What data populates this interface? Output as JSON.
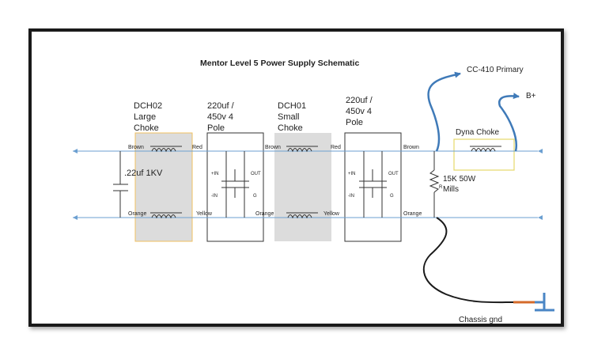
{
  "title": "Mentor Level 5 Power Supply Schematic",
  "components": {
    "dch02": {
      "name": "DCH02",
      "line2": "Large",
      "line3": "Choke",
      "wire_top_in": "Brown",
      "wire_top_out": "Red",
      "wire_bottom_in": "Orange",
      "wire_bottom_out": "Yellow"
    },
    "cap1": {
      "line1": "220uf /",
      "line2": "450v 4",
      "line3": "Pole",
      "pin_plus_in": "+IN",
      "pin_minus_in": "-IN",
      "pin_out": "OUT",
      "pin_g": "G"
    },
    "dch01": {
      "name": "DCH01",
      "line2": "Small",
      "line3": "Choke",
      "wire_top_in": "Brown",
      "wire_top_out": "Red",
      "wire_bottom_in": "Orange",
      "wire_bottom_out": "Yellow"
    },
    "cap2": {
      "line1": "220uf /",
      "line2": "450v 4",
      "line3": "Pole",
      "pin_plus_in": "+IN",
      "pin_minus_in": "-IN",
      "pin_out": "OUT",
      "pin_g": "G"
    },
    "input_cap": {
      "label": ".22uf 1KV"
    },
    "resistor": {
      "line1": "15K 50W",
      "line2": "Mills",
      "ref": "R",
      "wire_top": "Brown",
      "wire_bottom": "Orange"
    },
    "dyna_choke": {
      "label": "Dyna Choke"
    },
    "cc410": {
      "label": "CC-410 Primary"
    },
    "bplus": {
      "label": "B+"
    },
    "ground": {
      "label": "Chassis gnd"
    }
  },
  "colors": {
    "wire": "#6b9fd1",
    "lead": "#3f7ab8",
    "choke_fill": "#dcdcdc",
    "choke_border": "#f0c060",
    "ground_lead": "#d46a2a"
  }
}
